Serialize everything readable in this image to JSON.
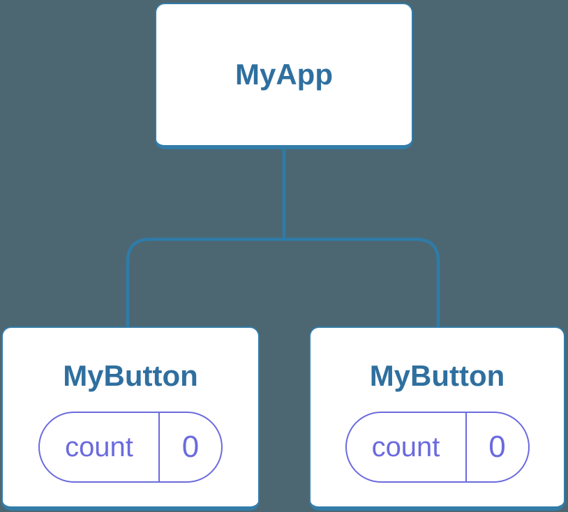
{
  "colors": {
    "background": "#4C6772",
    "connector": "#2F7BA8",
    "node-border": "#337CA8",
    "node-title": "#2F6F9F",
    "state": "#6A6ADF",
    "node-bg": "#FFFFFF"
  },
  "diagram": {
    "type": "component-tree",
    "root": {
      "label": "MyApp"
    },
    "children": [
      {
        "label": "MyButton",
        "state": {
          "key": "count",
          "value": "0"
        }
      },
      {
        "label": "MyButton",
        "state": {
          "key": "count",
          "value": "0"
        }
      }
    ]
  }
}
